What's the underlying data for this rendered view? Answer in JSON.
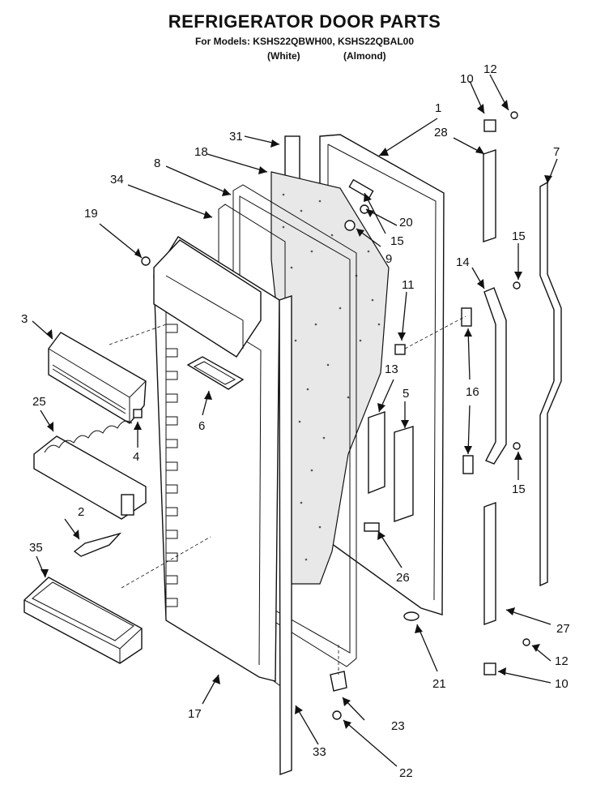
{
  "header": {
    "title": "REFRIGERATOR DOOR PARTS",
    "subtitle": "For Models: KSHS22QBWH00, KSHS22QBAL00",
    "variant_white": "(White)",
    "variant_almond": "(Almond)"
  },
  "callouts": {
    "c1": "1",
    "c2": "2",
    "c3": "3",
    "c4": "4",
    "c5": "5",
    "c6": "6",
    "c7": "7",
    "c8": "8",
    "c9": "9",
    "c10a": "10",
    "c10b": "10",
    "c11": "11",
    "c12a": "12",
    "c12b": "12",
    "c13": "13",
    "c14": "14",
    "c15a": "15",
    "c15b": "15",
    "c15c": "15",
    "c16": "16",
    "c17": "17",
    "c18": "18",
    "c19": "19",
    "c20": "20",
    "c21": "21",
    "c22": "22",
    "c23": "23",
    "c25": "25",
    "c26": "26",
    "c27": "27",
    "c28": "28",
    "c31": "31",
    "c33": "33",
    "c34": "34",
    "c35": "35"
  }
}
